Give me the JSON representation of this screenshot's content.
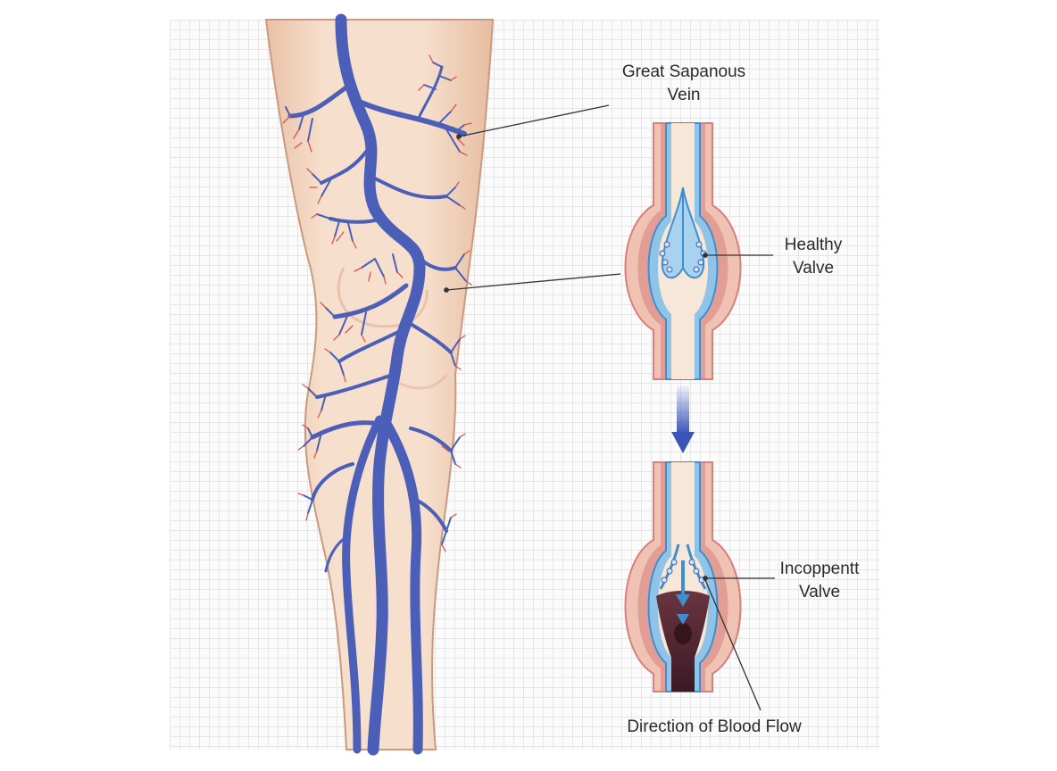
{
  "labels": {
    "great_saphenous": {
      "line1": "Great Sapanous",
      "line2": "Vein"
    },
    "healthy_valve": {
      "line1": "Healthy",
      "line2": "Valve"
    },
    "incompetent_valve": {
      "line1": "Incoppentt",
      "line2": "Valve"
    },
    "direction": "Direction of Blood Flow"
  },
  "colors": {
    "skin": "#f4d8c2",
    "skin_outline": "#c99a7f",
    "vein": "#4b5fb8",
    "capillary": "#d9544f",
    "vessel_wall": "#d77f7c",
    "vessel_lumen": "#f7e7d8",
    "vessel_lining": "#3f8fd0",
    "pooled_blood": "#4a2330",
    "flow_arrow": "#3a55b8",
    "leader_line": "#333333",
    "grid": "#e6e6e6"
  },
  "icons": [
    "down-arrow-icon"
  ]
}
